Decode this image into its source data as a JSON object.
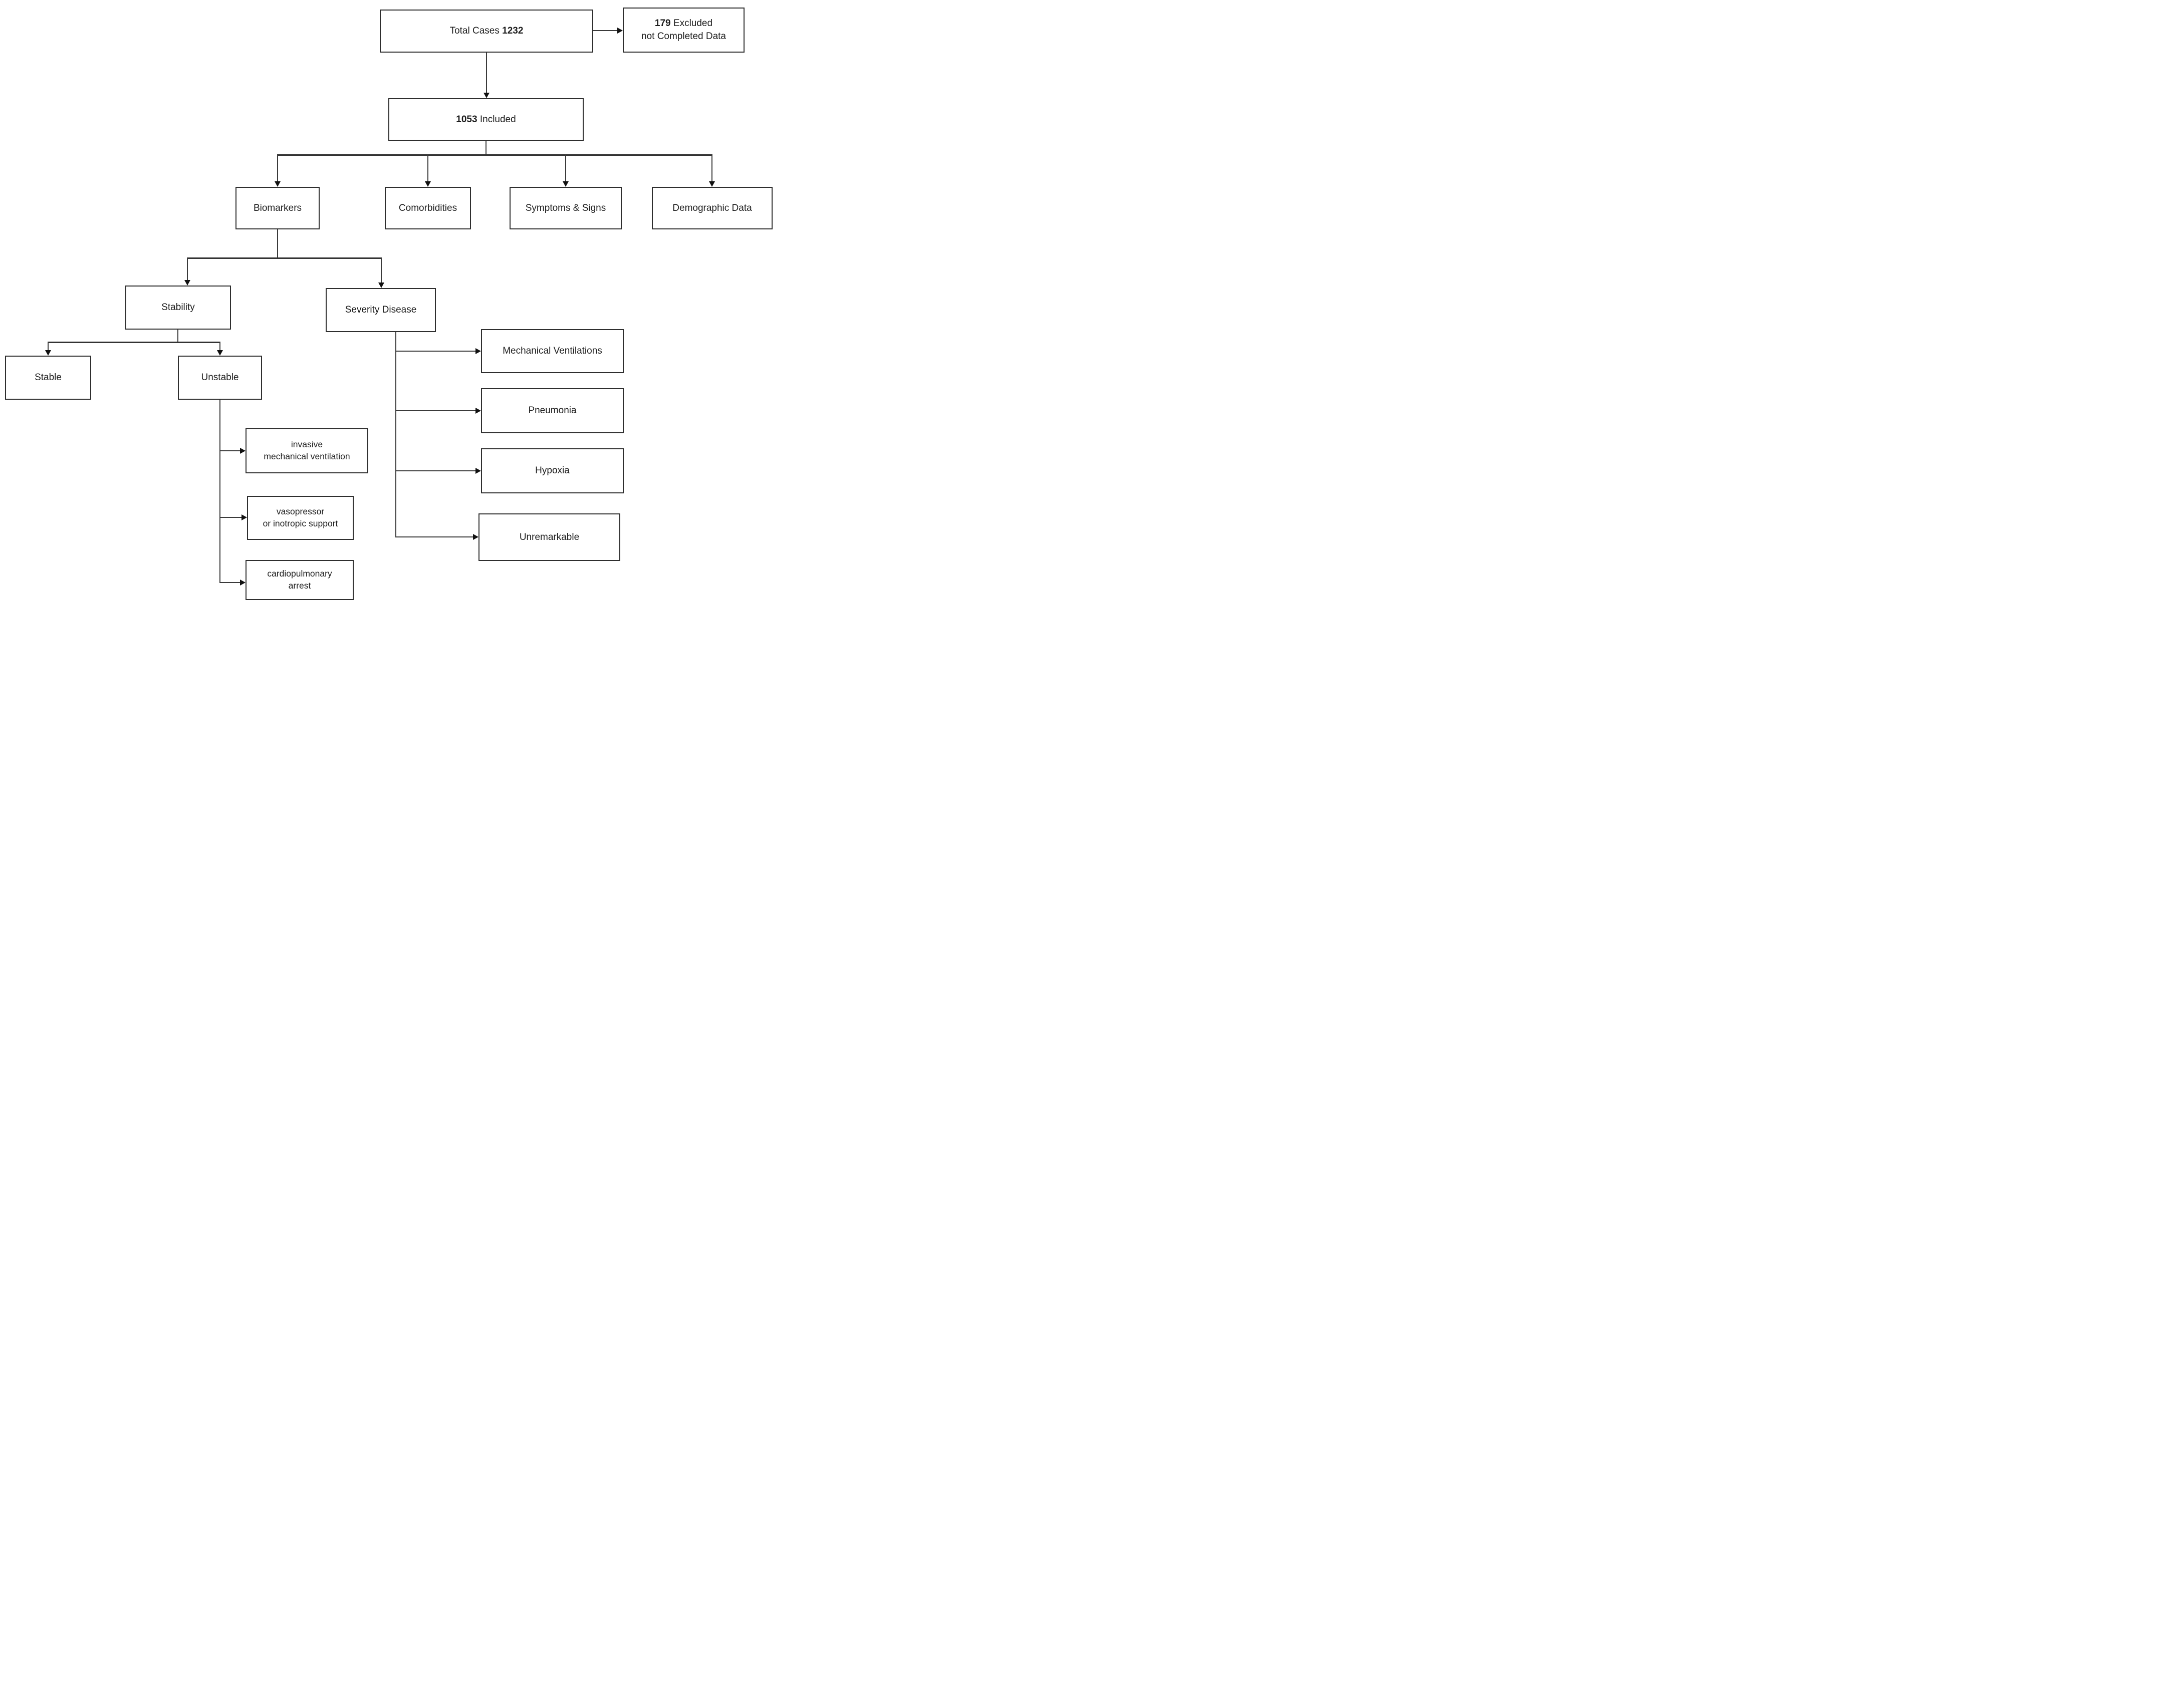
{
  "diagram": {
    "type": "flowchart",
    "background": "#ffffff",
    "box_border_color": "#2e2e2e",
    "line_color": "#3a3a3a",
    "text_color": "#1c1c1c",
    "nodes": {
      "total": {
        "normal": "Total Cases",
        "bold": "1232"
      },
      "excluded": {
        "bold": "179",
        "normal": "Excluded",
        "line2": "not Completed Data"
      },
      "included": {
        "bold": "1053",
        "normal": "Included"
      },
      "biomarkers": {
        "label": "Biomarkers"
      },
      "comorbidities": {
        "label": "Comorbidities"
      },
      "symptoms": {
        "label": "Symptoms & Signs"
      },
      "demographic": {
        "label": "Demographic Data"
      },
      "stability": {
        "label": "Stability"
      },
      "severity": {
        "label": "Severity Disease"
      },
      "stable": {
        "label": "Stable"
      },
      "unstable": {
        "label": "Unstable"
      },
      "invasive": {
        "line1": "invasive",
        "line2": "mechanical ventilation"
      },
      "vasopressor": {
        "line1": "vasopressor",
        "line2": "or inotropic support"
      },
      "cardio": {
        "line1": "cardiopulmonary",
        "line2": "arrest"
      },
      "mech_vent": {
        "label": "Mechanical Ventilations"
      },
      "pneumonia": {
        "label": "Pneumonia"
      },
      "hypoxia": {
        "label": "Hypoxia"
      },
      "unremarkable": {
        "label": "Unremarkable"
      }
    },
    "edges": [
      {
        "from": "total-cases",
        "to": "excluded"
      },
      {
        "from": "total-cases",
        "to": "included"
      },
      {
        "from": "included",
        "to": "biomarkers"
      },
      {
        "from": "included",
        "to": "comorbidities"
      },
      {
        "from": "included",
        "to": "symptoms-signs"
      },
      {
        "from": "included",
        "to": "demographic-data"
      },
      {
        "from": "biomarkers",
        "to": "stability"
      },
      {
        "from": "biomarkers",
        "to": "severity-disease"
      },
      {
        "from": "stability",
        "to": "stable"
      },
      {
        "from": "stability",
        "to": "unstable"
      },
      {
        "from": "unstable",
        "to": "invasive-mechanical-ventilation"
      },
      {
        "from": "unstable",
        "to": "vasopressor-inotropic-support"
      },
      {
        "from": "unstable",
        "to": "cardiopulmonary-arrest"
      },
      {
        "from": "severity-disease",
        "to": "mechanical-ventilations"
      },
      {
        "from": "severity-disease",
        "to": "pneumonia"
      },
      {
        "from": "severity-disease",
        "to": "hypoxia"
      },
      {
        "from": "severity-disease",
        "to": "unremarkable"
      }
    ]
  }
}
